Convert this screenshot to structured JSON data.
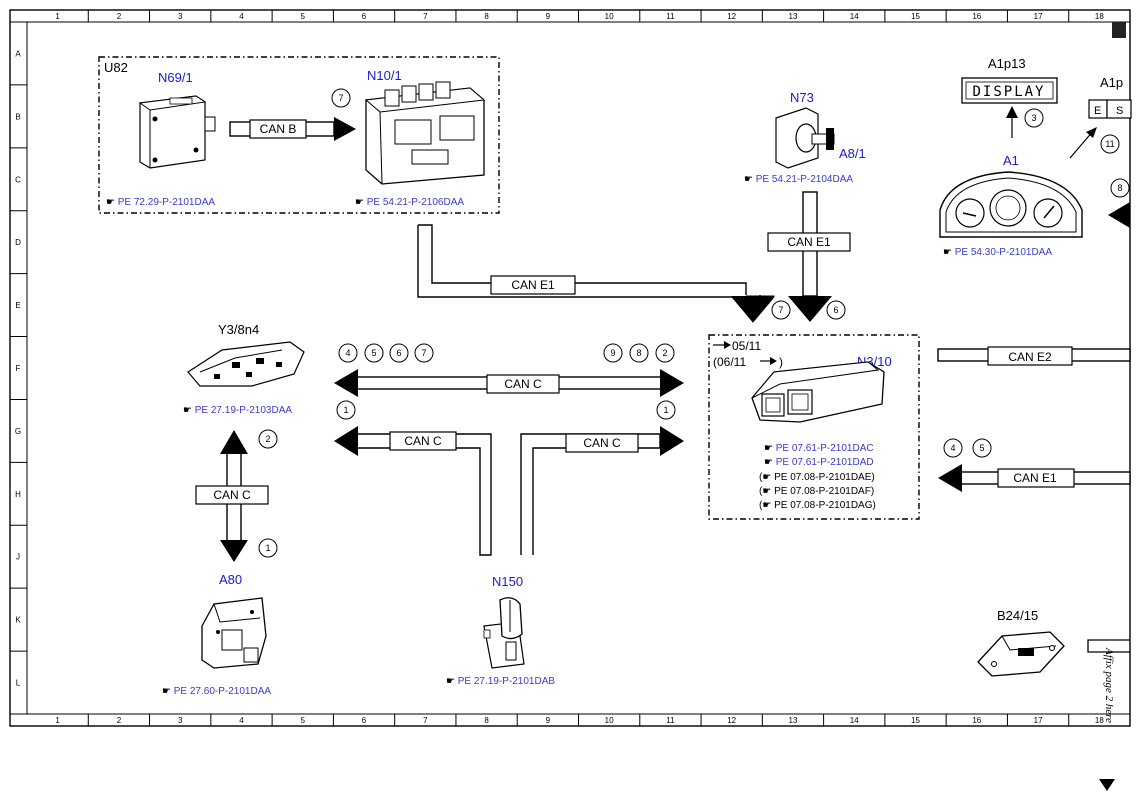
{
  "grid": {
    "columns": [
      "1",
      "2",
      "3",
      "4",
      "5",
      "6",
      "7",
      "8",
      "9",
      "10",
      "11",
      "12",
      "13",
      "14",
      "15",
      "16",
      "17",
      "18"
    ],
    "rows": [
      "A",
      "B",
      "C",
      "D",
      "E",
      "F",
      "G",
      "H",
      "J",
      "K",
      "L"
    ]
  },
  "components": {
    "u82": "U82",
    "n69_1": "N69/1",
    "n10_1": "N10/1",
    "n73": "N73",
    "a8_1": "A8/1",
    "a1p13": "A1p13",
    "a1p_partial": "A1p",
    "a1": "A1",
    "y3_8n4": "Y3/8n4",
    "a80": "A80",
    "n150": "N150",
    "n3_10": "N3/10",
    "b24_15": "B24/15"
  },
  "display_text": "DISPLAY",
  "a1p_segments": [
    "E",
    "S"
  ],
  "refs": {
    "n69_1": "PE 72.29-P-2101DAA",
    "n10_1": "PE 54.21-P-2106DAA",
    "n73": "PE 54.21-P-2104DAA",
    "a1": "PE 54.30-P-2101DAA",
    "y3_8n4": "PE 27.19-P-2103DAA",
    "a80": "PE 27.60-P-2101DAA",
    "n150": "PE 27.19-P-2101DAB",
    "n3_10_1": "PE 07.61-P-2101DAC",
    "n3_10_2": "PE 07.61-P-2101DAD",
    "n3_10_3": "PE 07.08-P-2101DAE",
    "n3_10_4": "PE 07.08-P-2101DAF",
    "n3_10_5": "PE 07.08-P-2101DAG"
  },
  "buses": {
    "can_b": "CAN B",
    "can_e1_top": "CAN E1",
    "can_e1_n73": "CAN E1",
    "can_c_main": "CAN C",
    "can_c_left": "CAN C",
    "can_c_right": "CAN C",
    "can_c_vert": "CAN C",
    "can_e2": "CAN E2",
    "can_e1_right": "CAN E1"
  },
  "notes": {
    "from_0511": "05/11",
    "until_0611": "(06/11"
  },
  "circled": {
    "can_b": "7",
    "a1p13": "3",
    "a1p_arrow": "11",
    "a1_edge": "8",
    "can_e1_top": "7",
    "can_e1_n73": "6",
    "left_arrow": [
      "4",
      "5",
      "6",
      "7"
    ],
    "right_arrow": [
      "9",
      "8",
      "2"
    ],
    "left_main_below": "1",
    "right_main_below": "1",
    "y3_arrow": "2",
    "a80_arrow": "1",
    "can_e1_right": [
      "4",
      "5"
    ]
  },
  "affix_text": "Affix page 2 here"
}
